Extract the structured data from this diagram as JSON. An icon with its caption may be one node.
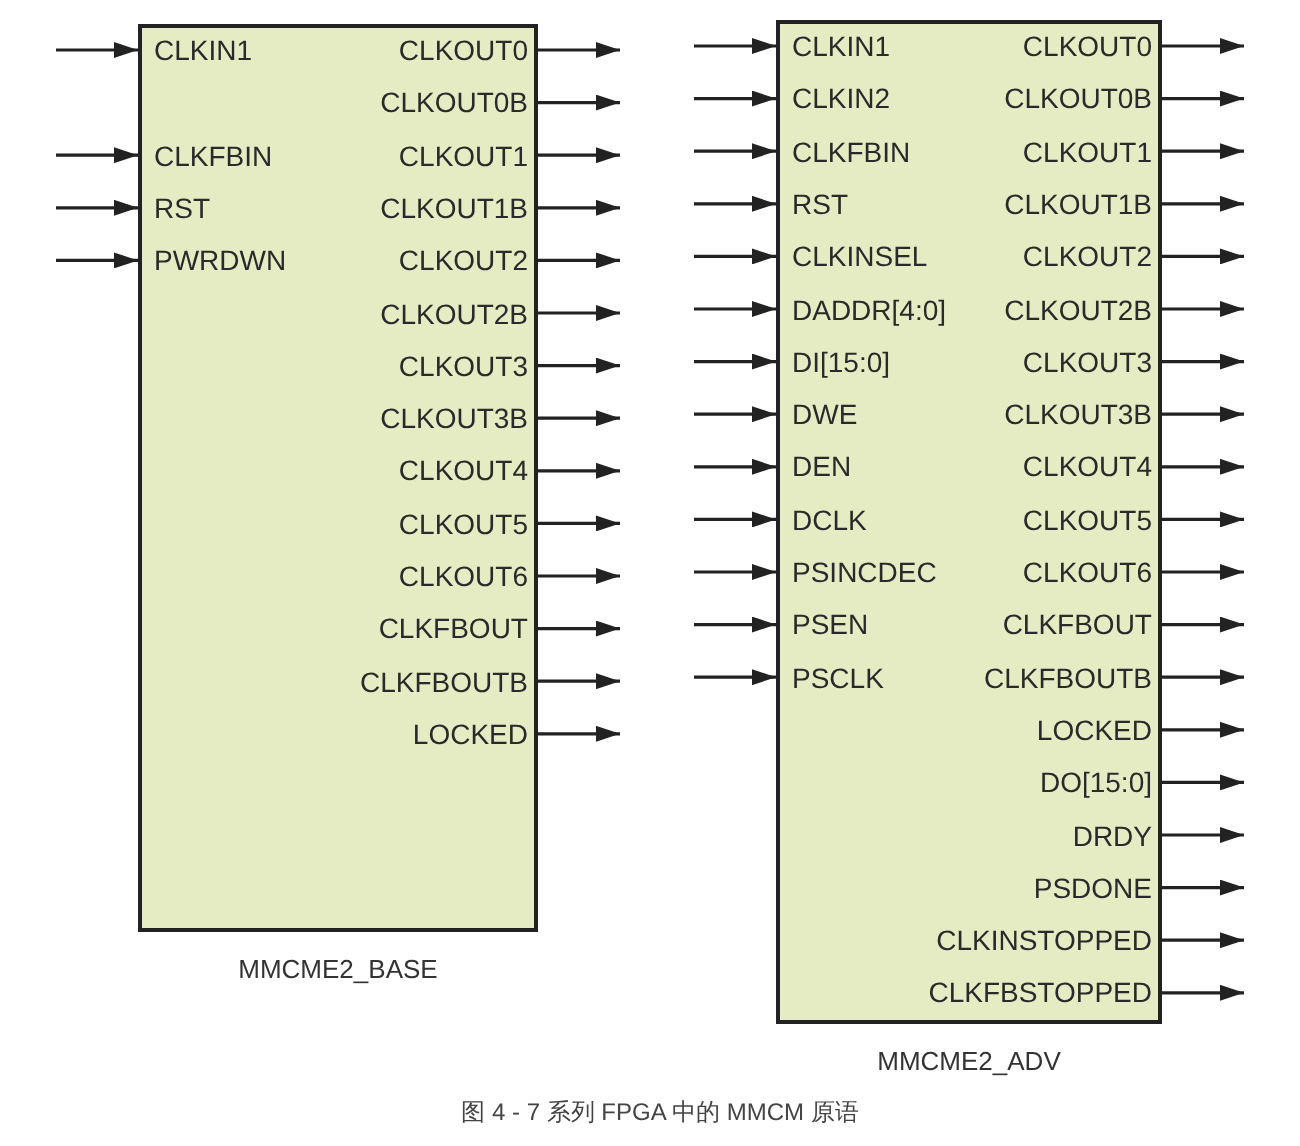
{
  "diagram": {
    "caption": "图 4 - 7 系列 FPGA 中的 MMCM 原语",
    "nodes": [
      {
        "text": [
          "MMCME2_BASE"
        ]
      },
      {
        "text": [
          "CLKIN1"
        ],
        "in": 0
      },
      {
        "text": [
          "CLKFBIN"
        ],
        "in": 0
      },
      {
        "text": [
          "RST"
        ],
        "in": 0
      },
      {
        "text": [
          "PWRDWN"
        ],
        "in": 0
      },
      {
        "text": [
          "CLKOUT0"
        ],
        "in": 0
      },
      {
        "text": [
          "CLKOUT0B"
        ],
        "in": 0
      },
      {
        "text": [
          "CLKOUT1"
        ],
        "in": 0
      },
      {
        "text": [
          "CLKOUT1B"
        ],
        "in": 0
      },
      {
        "text": [
          "CLKOUT2"
        ],
        "in": 0
      },
      {
        "text": [
          "CLKOUT2B"
        ],
        "in": 0
      },
      {
        "text": [
          "CLKOUT3"
        ],
        "in": 0
      },
      {
        "text": [
          "CLKOUT3B"
        ],
        "in": 0
      },
      {
        "text": [
          "CLKOUT4"
        ],
        "in": 0
      },
      {
        "text": [
          "CLKOUT5"
        ],
        "in": 0
      },
      {
        "text": [
          "CLKOUT6"
        ],
        "in": 0
      },
      {
        "text": [
          "CLKFBOUT"
        ],
        "in": 0
      },
      {
        "text": [
          "CLKFBOUTB"
        ],
        "in": 0
      },
      {
        "text": [
          "LOCKED"
        ],
        "in": 0
      },
      {
        "text": [
          "MMCME2_ADV"
        ]
      },
      {
        "text": [
          "CLKIN1"
        ],
        "in": 19
      },
      {
        "text": [
          "CLKIN2"
        ],
        "in": 19
      },
      {
        "text": [
          "CLKFBIN"
        ],
        "in": 19
      },
      {
        "text": [
          "RST"
        ],
        "in": 19
      },
      {
        "text": [
          "CLKINSEL"
        ],
        "in": 19
      },
      {
        "text": [
          "DADDR[4:0]"
        ],
        "in": 19
      },
      {
        "text": [
          "DI[15:0]"
        ],
        "in": 19
      },
      {
        "text": [
          "DWE"
        ],
        "in": 19
      },
      {
        "text": [
          "DEN"
        ],
        "in": 19
      },
      {
        "text": [
          "DCLK"
        ],
        "in": 19
      },
      {
        "text": [
          "PSINCDEC"
        ],
        "in": 19
      },
      {
        "text": [
          "PSEN"
        ],
        "in": 19
      },
      {
        "text": [
          "PSCLK"
        ],
        "in": 19
      },
      {
        "text": [
          "CLKOUT0"
        ],
        "in": 19
      },
      {
        "text": [
          "CLKOUT0B"
        ],
        "in": 19
      },
      {
        "text": [
          "CLKOUT1"
        ],
        "in": 19
      },
      {
        "text": [
          "CLKOUT1B"
        ],
        "in": 19
      },
      {
        "text": [
          "CLKOUT2"
        ],
        "in": 19
      },
      {
        "text": [
          "CLKOUT2B"
        ],
        "in": 19
      },
      {
        "text": [
          "CLKOUT3"
        ],
        "in": 19
      },
      {
        "text": [
          "CLKOUT3B"
        ],
        "in": 19
      },
      {
        "text": [
          "CLKOUT4"
        ],
        "in": 19
      },
      {
        "text": [
          "CLKOUT5"
        ],
        "in": 19
      },
      {
        "text": [
          "CLKOUT6"
        ],
        "in": 19
      },
      {
        "text": [
          "CLKFBOUT"
        ],
        "in": 19
      },
      {
        "text": [
          "CLKFBOUTB"
        ],
        "in": 19
      },
      {
        "text": [
          "LOCKED"
        ],
        "in": 19
      },
      {
        "text": [
          "DO[15:0]"
        ],
        "in": 19
      },
      {
        "text": [
          "DRDY"
        ],
        "in": 19
      },
      {
        "text": [
          "PSDONE"
        ],
        "in": 19
      },
      {
        "text": [
          "CLKINSTOPPED"
        ],
        "in": 19
      },
      {
        "text": [
          "CLKFBSTOPPED"
        ],
        "in": 19
      }
    ],
    "edges": [
      {
        "from": null,
        "to": 1,
        "arrow": "to"
      },
      {
        "from": null,
        "to": 2,
        "arrow": "to"
      },
      {
        "from": null,
        "to": 3,
        "arrow": "to"
      },
      {
        "from": null,
        "to": 4,
        "arrow": "to"
      },
      {
        "from": 5,
        "to": null,
        "arrow": "to"
      },
      {
        "from": 6,
        "to": null,
        "arrow": "to"
      },
      {
        "from": 7,
        "to": null,
        "arrow": "to"
      },
      {
        "from": 8,
        "to": null,
        "arrow": "to"
      },
      {
        "from": 9,
        "to": null,
        "arrow": "to"
      },
      {
        "from": 10,
        "to": null,
        "arrow": "to"
      },
      {
        "from": 11,
        "to": null,
        "arrow": "to"
      },
      {
        "from": 12,
        "to": null,
        "arrow": "to"
      },
      {
        "from": 13,
        "to": null,
        "arrow": "to"
      },
      {
        "from": 14,
        "to": null,
        "arrow": "to"
      },
      {
        "from": 15,
        "to": null,
        "arrow": "to"
      },
      {
        "from": 16,
        "to": null,
        "arrow": "to"
      },
      {
        "from": 17,
        "to": null,
        "arrow": "to"
      },
      {
        "from": 18,
        "to": null,
        "arrow": "to"
      },
      {
        "from": null,
        "to": 20,
        "arrow": "to"
      },
      {
        "from": null,
        "to": 21,
        "arrow": "to"
      },
      {
        "from": null,
        "to": 22,
        "arrow": "to"
      },
      {
        "from": null,
        "to": 23,
        "arrow": "to"
      },
      {
        "from": null,
        "to": 24,
        "arrow": "to"
      },
      {
        "from": null,
        "to": 25,
        "arrow": "to"
      },
      {
        "from": null,
        "to": 26,
        "arrow": "to"
      },
      {
        "from": null,
        "to": 27,
        "arrow": "to"
      },
      {
        "from": null,
        "to": 28,
        "arrow": "to"
      },
      {
        "from": null,
        "to": 29,
        "arrow": "to"
      },
      {
        "from": null,
        "to": 30,
        "arrow": "to"
      },
      {
        "from": null,
        "to": 31,
        "arrow": "to"
      },
      {
        "from": null,
        "to": 32,
        "arrow": "to"
      },
      {
        "from": 33,
        "to": null,
        "arrow": "to"
      },
      {
        "from": 34,
        "to": null,
        "arrow": "to"
      },
      {
        "from": 35,
        "to": null,
        "arrow": "to"
      },
      {
        "from": 36,
        "to": null,
        "arrow": "to"
      },
      {
        "from": 37,
        "to": null,
        "arrow": "to"
      },
      {
        "from": 38,
        "to": null,
        "arrow": "to"
      },
      {
        "from": 39,
        "to": null,
        "arrow": "to"
      },
      {
        "from": 40,
        "to": null,
        "arrow": "to"
      },
      {
        "from": 41,
        "to": null,
        "arrow": "to"
      },
      {
        "from": 42,
        "to": null,
        "arrow": "to"
      },
      {
        "from": 43,
        "to": null,
        "arrow": "to"
      },
      {
        "from": 44,
        "to": null,
        "arrow": "to"
      },
      {
        "from": 45,
        "to": null,
        "arrow": "to"
      },
      {
        "from": 46,
        "to": null,
        "arrow": "to"
      },
      {
        "from": 47,
        "to": null,
        "arrow": "to"
      },
      {
        "from": 48,
        "to": null,
        "arrow": "to"
      },
      {
        "from": 49,
        "to": null,
        "arrow": "to"
      },
      {
        "from": 50,
        "to": null,
        "arrow": "to"
      },
      {
        "from": 51,
        "to": null,
        "arrow": "to"
      }
    ]
  }
}
